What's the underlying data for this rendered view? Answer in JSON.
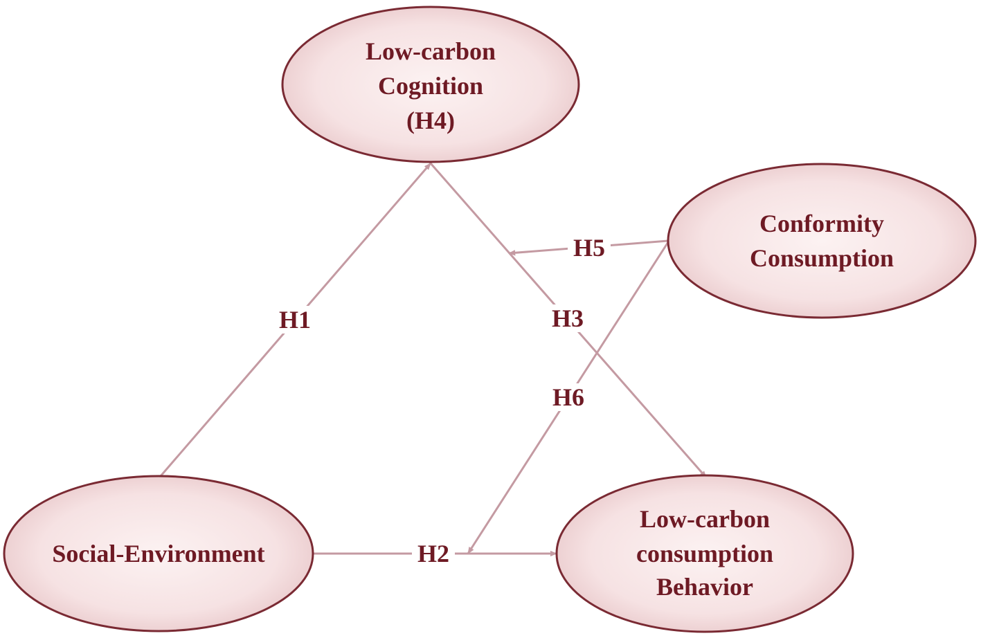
{
  "colors": {
    "node_fill_center": "#fcf2f2",
    "node_fill_edge": "#e9c9cb",
    "node_stroke": "#7a2a33",
    "text": "#6e1a24",
    "edge": "#c49aa2"
  },
  "nodes": {
    "cognition": {
      "lines": [
        "Low-carbon",
        "Cognition",
        "(H4)"
      ]
    },
    "conformity": {
      "lines": [
        "Conformity",
        "Consumption"
      ]
    },
    "social": {
      "lines": [
        "Social-Environment"
      ]
    },
    "behavior": {
      "lines": [
        "Low-carbon",
        "consumption",
        "Behavior"
      ]
    }
  },
  "edges": {
    "h1": {
      "label": "H1"
    },
    "h2": {
      "label": "H2"
    },
    "h3": {
      "label": "H3"
    },
    "h5": {
      "label": "H5"
    },
    "h6": {
      "label": "H6"
    }
  }
}
